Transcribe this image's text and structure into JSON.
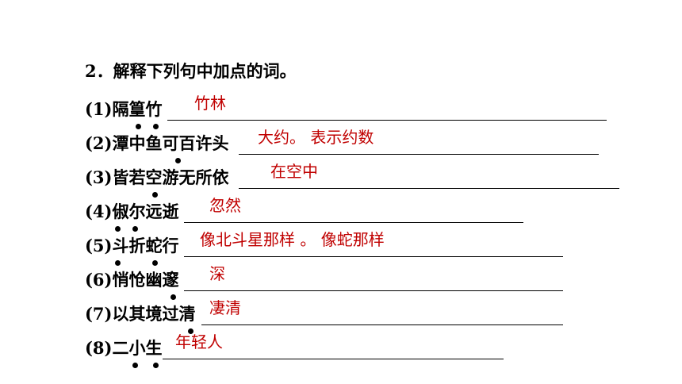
{
  "title": "2．解释下列句中加点的词。",
  "items": [
    {
      "num": "(1)",
      "text": "隔篁竹",
      "answer": "竹林"
    },
    {
      "num": "(2)",
      "text": "潭中鱼可百许头",
      "answer": "大约。  表示约数"
    },
    {
      "num": "(3)",
      "text": "皆若空游无所依",
      "answer": "在空中"
    },
    {
      "num": "(4)",
      "text": "俶尔远逝",
      "answer": "忽然"
    },
    {
      "num": "(5)",
      "text": "斗折蛇行",
      "answer": "像北斗星那样 。 像蛇那样"
    },
    {
      "num": "(6)",
      "text": "悄怆幽邃",
      "answer": "深"
    },
    {
      "num": "(7)",
      "text": "以其境过清",
      "answer": "凄清"
    },
    {
      "num": "(8)",
      "text": "二小生",
      "answer": "年轻人"
    }
  ],
  "colors": {
    "answer": "#c00000",
    "text": "#000000"
  }
}
